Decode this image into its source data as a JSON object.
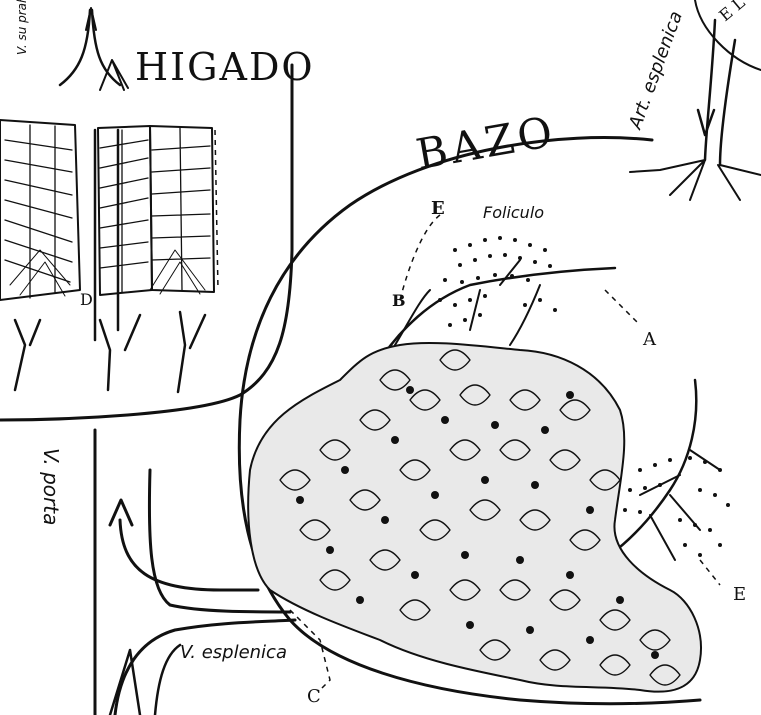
{
  "liver": {
    "title": "HIGADO",
    "vein_label": "V. su prahe pati",
    "letter_d": "D"
  },
  "spleen": {
    "title": "BAZO",
    "follicle_label": "Foliculo",
    "letter_e_top": "E",
    "letter_b": "B",
    "letter_a": "A",
    "letter_e_right": "E",
    "letter_c": "C"
  },
  "vessels": {
    "splenic_artery": "Art. esplenica",
    "portal_vein": "V. porta",
    "splenic_vein": "V. esplenica"
  },
  "corner_glyphs": "E L"
}
